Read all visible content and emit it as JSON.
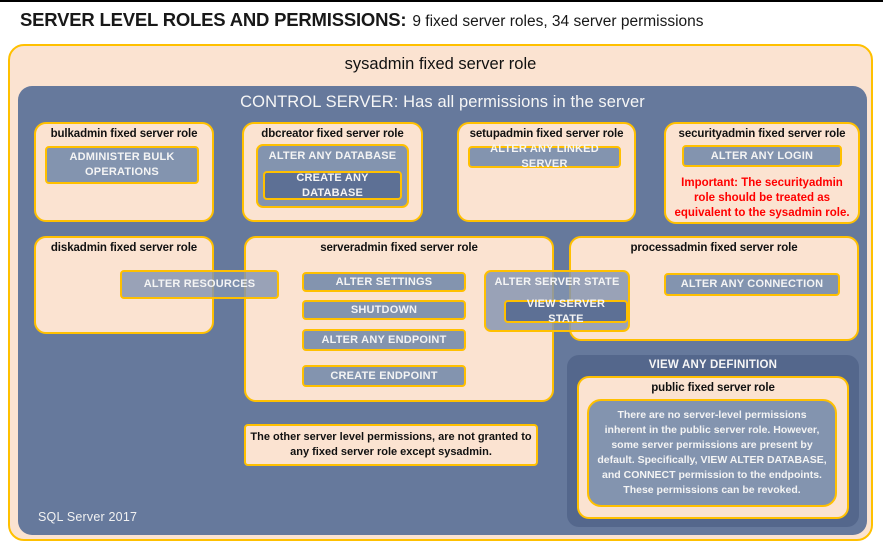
{
  "title": {
    "main": "SERVER LEVEL ROLES AND PERMISSIONS:",
    "subtitle": "9 fixed server roles, 34 server permissions"
  },
  "sysadmin": {
    "title": "sysadmin fixed server role"
  },
  "control": {
    "title": "CONTROL SERVER: Has all permissions in the server"
  },
  "roles": {
    "bulkadmin": {
      "title": "bulkadmin fixed server role",
      "permissions": [
        "ADMINISTER BULK OPERATIONS"
      ]
    },
    "dbcreator": {
      "title": "dbcreator fixed server role",
      "outer_permission": "ALTER ANY DATABASE",
      "nested_permission": "CREATE ANY DATABASE"
    },
    "setupadmin": {
      "title": "setupadmin fixed server role",
      "permissions": [
        "ALTER ANY LINKED SERVER"
      ]
    },
    "securityadmin": {
      "title": "securityadmin fixed server role",
      "permissions": [
        "ALTER ANY LOGIN"
      ],
      "warning": "Important: The securityadmin role should be treated as equivalent to the sysadmin role."
    },
    "diskadmin": {
      "title": "diskadmin fixed server role",
      "permissions": [
        "ALTER RESOURCES"
      ]
    },
    "serveradmin": {
      "title": "serveradmin fixed server role",
      "permissions": [
        "ALTER SETTINGS",
        "SHUTDOWN",
        "ALTER ANY ENDPOINT",
        "CREATE ENDPOINT"
      ],
      "state_permission": "ALTER SERVER STATE",
      "nested_state_permission": "VIEW SERVER STATE"
    },
    "processadmin": {
      "title": "processadmin fixed server role",
      "permissions": [
        "ALTER ANY CONNECTION"
      ]
    },
    "public": {
      "container_permission": "VIEW ANY DEFINITION",
      "title": "public fixed server role",
      "description": "There are no server-level permissions inherent in the public server role. However, some server permissions are present by default. Specifically, VIEW ALTER DATABASE, and CONNECT permission to the endpoints. These permissions can be revoked."
    }
  },
  "note": {
    "text": "The other server level permissions, are not granted to any fixed server role except sysadmin."
  },
  "footer": {
    "label": "SQL Server 2017"
  },
  "colors": {
    "peach": "#FBE3D1",
    "gold_border": "#FFC000",
    "control_blue": "#66799C",
    "permission_blue": "#8394AF",
    "nested_permission_blue": "#5D7095",
    "definition_dark_blue": "#54678C",
    "warning_red": "#FF0000"
  }
}
